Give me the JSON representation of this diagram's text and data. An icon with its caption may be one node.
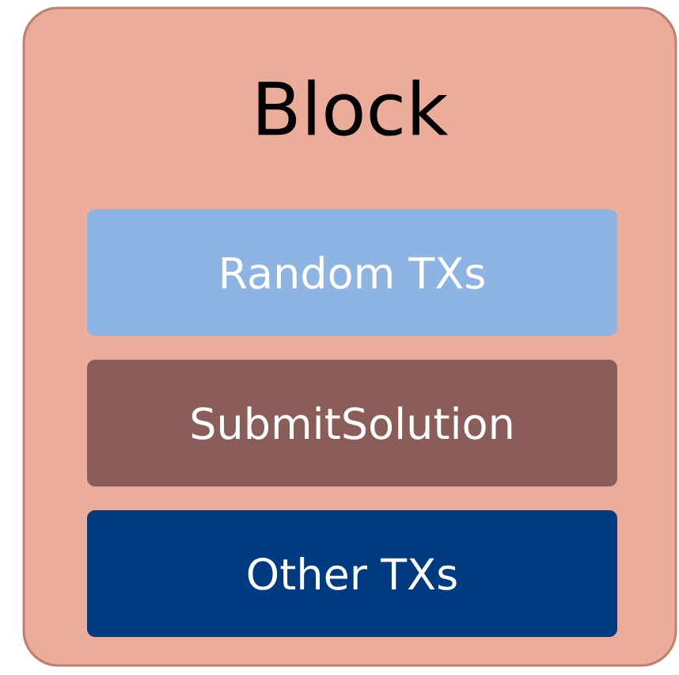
{
  "diagram": {
    "nodes": [
      {
        "text": [
          "Block"
        ]
      },
      {
        "text": [
          "Random TXs"
        ],
        "in": 0
      },
      {
        "text": [
          "SubmitSolution"
        ],
        "in": 0
      },
      {
        "text": [
          "Other TXs"
        ],
        "in": 0
      }
    ]
  }
}
